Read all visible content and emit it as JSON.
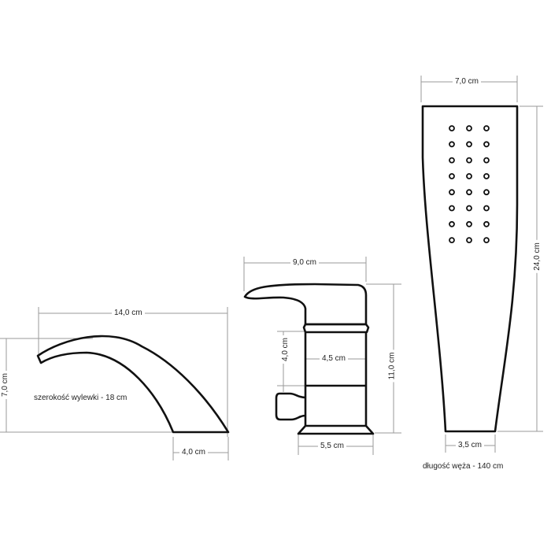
{
  "spout": {
    "width_label": "14,0 cm",
    "height_label": "7,0 cm",
    "base_label": "4,0 cm",
    "note": "szerokość wylewki - 18 cm"
  },
  "mixer": {
    "width_label": "9,0 cm",
    "height_label": "11,0 cm",
    "body_height_label": "4,0 cm",
    "body_width_label": "4,5 cm",
    "base_label": "5,5 cm"
  },
  "shower_head": {
    "width_label": "7,0 cm",
    "length_label": "24,0 cm",
    "handle_label": "3,5 cm",
    "hose_note": "długość węża - 140 cm",
    "nozzle_rows": 8,
    "nozzle_cols": 3
  }
}
